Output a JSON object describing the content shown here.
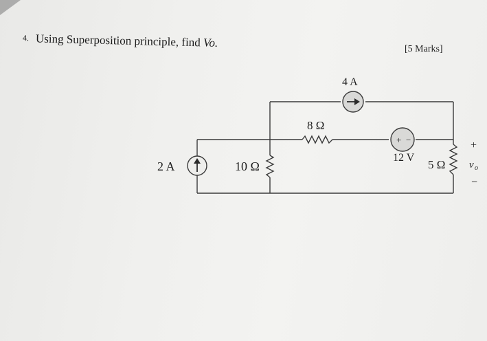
{
  "question": {
    "number": "4.",
    "text": "Using Superposition principle, find ",
    "variable": "Vo."
  },
  "marks": "[5 Marks]",
  "circuit": {
    "current_source_left": "2 A",
    "resistor_10": "10 Ω",
    "resistor_8": "8 Ω",
    "current_source_top": "4 A",
    "voltage_source": "12 V",
    "resistor_5": "5 Ω",
    "vo_plus": "+",
    "vo_label": "v",
    "vo_sub": "o",
    "vo_minus": "−",
    "vs_plus": "+",
    "vs_minus": "−"
  },
  "colors": {
    "ink": "#1d1d1d",
    "paper": "#f0f0ee",
    "source_fill": "#d9d9d7"
  }
}
